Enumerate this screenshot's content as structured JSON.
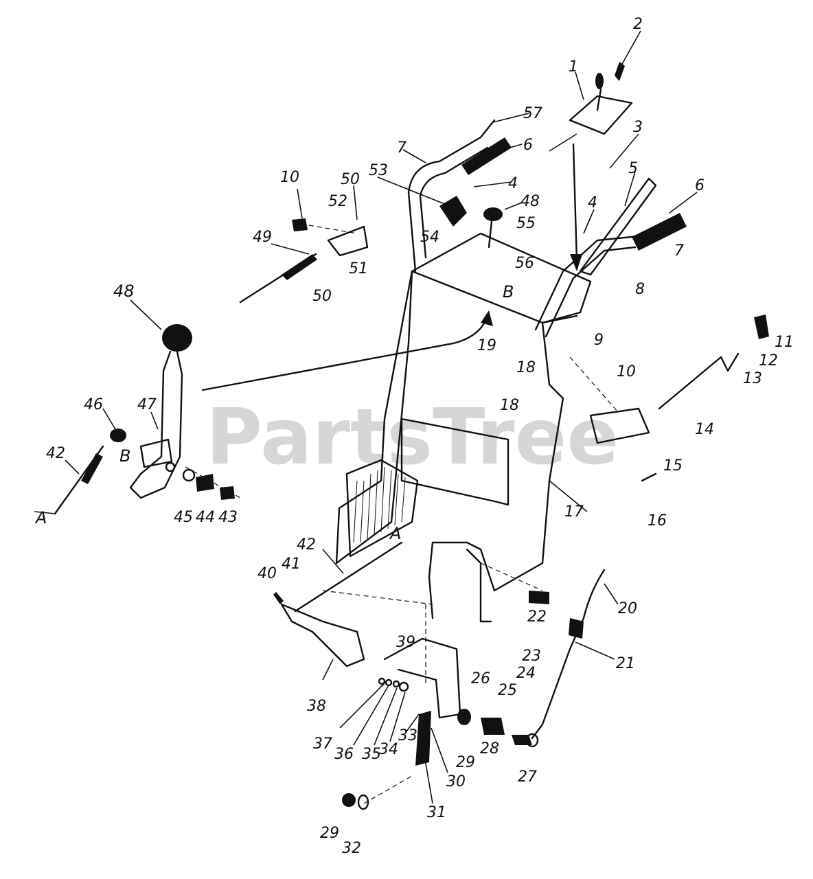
{
  "watermark": "PartsTree",
  "callouts": {
    "n1": "1",
    "n2": "2",
    "n3": "3",
    "n4a": "4",
    "n4b": "4",
    "n5": "5",
    "n6a": "6",
    "n6b": "6",
    "n7a": "7",
    "n7b": "7",
    "n8": "8",
    "n9": "9",
    "n10a": "10",
    "n10b": "10",
    "n11": "11",
    "n12": "12",
    "n13": "13",
    "n14": "14",
    "n15": "15",
    "n16": "16",
    "n17": "17",
    "n18a": "18",
    "n18b": "18",
    "n19": "19",
    "n20": "20",
    "n21": "21",
    "n22": "22",
    "n23": "23",
    "n24": "24",
    "n25": "25",
    "n26": "26",
    "n27": "27",
    "n28": "28",
    "n29a": "29",
    "n29b": "29",
    "n30": "30",
    "n31": "31",
    "n32": "32",
    "n33": "33",
    "n34": "34",
    "n35": "35",
    "n36": "36",
    "n37": "37",
    "n38": "38",
    "n39": "39",
    "n40": "40",
    "n41": "41",
    "n42a": "42",
    "n42b": "42",
    "n43": "43",
    "n44": "44",
    "n45": "45",
    "n46": "46",
    "n47": "47",
    "n48a": "48",
    "n48b": "48",
    "n49": "49",
    "n50a": "50",
    "n50b": "50",
    "n51": "51",
    "n52": "52",
    "n53": "53",
    "n54": "54",
    "n55": "55",
    "n56": "56",
    "n57": "57"
  },
  "refs": {
    "a1": "A",
    "a2": "A",
    "b1": "B",
    "b2": "B"
  }
}
